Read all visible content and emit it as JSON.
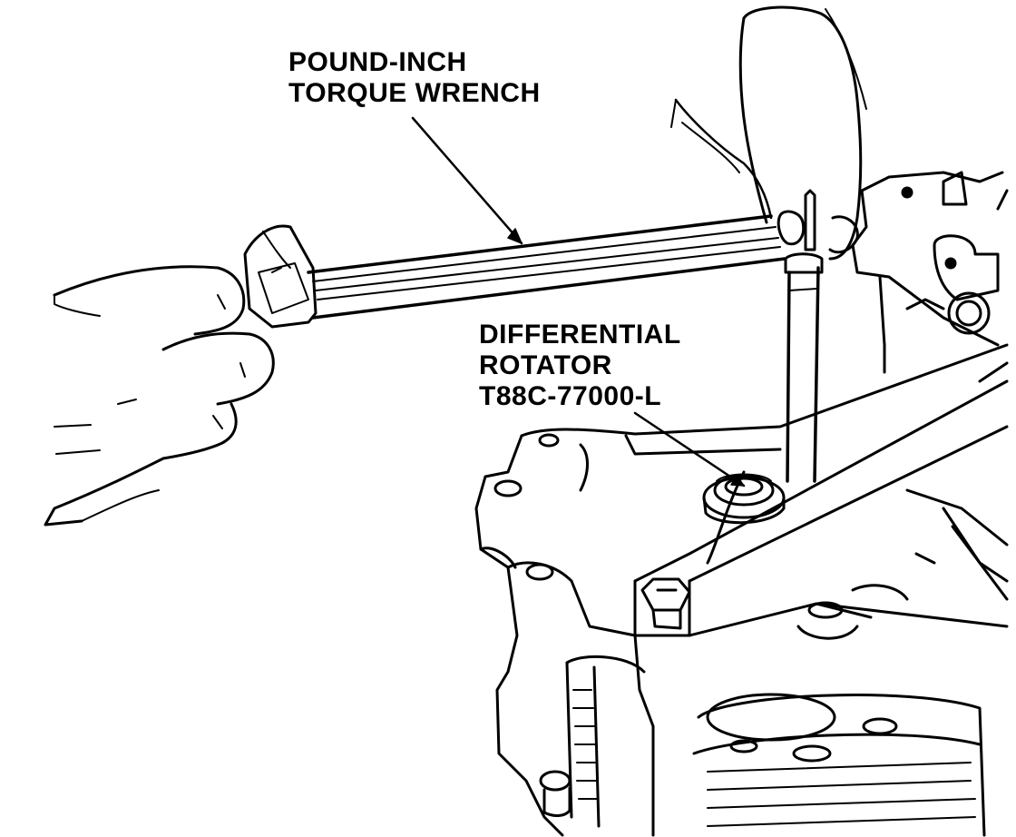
{
  "labels": {
    "wrench": [
      "POUND-INCH",
      "TORQUE WRENCH"
    ],
    "rotator": [
      "DIFFERENTIAL",
      "ROTATOR",
      "T88C-77000-L"
    ]
  },
  "colors": {
    "ink": "#000000",
    "paper": "#ffffff"
  }
}
